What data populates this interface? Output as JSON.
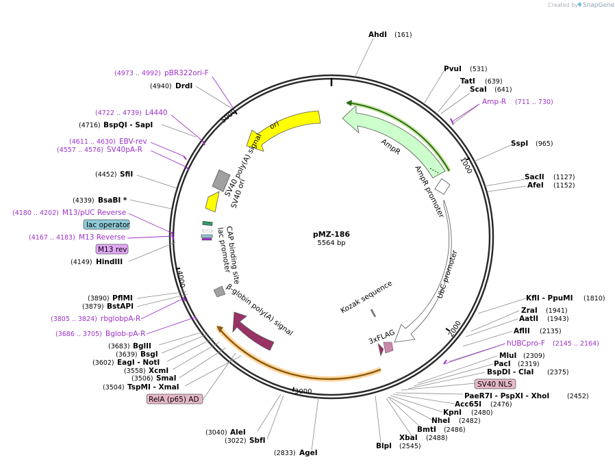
{
  "plasmid": {
    "name": "pMZ-186",
    "length_label": "5564 bp"
  },
  "credit": {
    "prefix": "Created by",
    "brand": "SnapGene"
  },
  "ticks": [
    "1000",
    "2000",
    "3000",
    "4000",
    "5000"
  ],
  "sites": [
    {
      "name": "AhdI",
      "pos": "(161)"
    },
    {
      "name": "PvuI",
      "pos": "(531)"
    },
    {
      "name": "TatI",
      "pos": "(639)"
    },
    {
      "name": "ScaI",
      "pos": "(641)"
    },
    {
      "name": "SspI",
      "pos": "(965)"
    },
    {
      "name": "SacII",
      "pos": "(1127)"
    },
    {
      "name": "AfeI",
      "pos": "(1152)"
    },
    {
      "name": "KflI - PpuMI",
      "pos": "(1810)"
    },
    {
      "name": "ZraI",
      "pos": "(1941)"
    },
    {
      "name": "AatII",
      "pos": "(1943)"
    },
    {
      "name": "AflII",
      "pos": "(2135)"
    },
    {
      "name": "MluI",
      "pos": "(2309)"
    },
    {
      "name": "PacI",
      "pos": "(2319)"
    },
    {
      "name": "BspDI - ClaI",
      "pos": "(2375)"
    },
    {
      "name": "PaeR7I - PspXI - XhoI",
      "pos": "(2452)"
    },
    {
      "name": "Acc65I",
      "pos": "(2476)"
    },
    {
      "name": "KpnI",
      "pos": "(2480)"
    },
    {
      "name": "NheI",
      "pos": "(2482)"
    },
    {
      "name": "BmtI",
      "pos": "(2486)"
    },
    {
      "name": "XbaI",
      "pos": "(2488)"
    },
    {
      "name": "BlpI",
      "pos": "(2545)"
    },
    {
      "name": "AgeI",
      "pos": "(2833)"
    },
    {
      "name": "SbfI",
      "pos": "(3022)"
    },
    {
      "name": "AleI",
      "pos": "(3040)"
    },
    {
      "name": "TspMI - XmaI",
      "pos": "(3504)"
    },
    {
      "name": "SmaI",
      "pos": "(3506)"
    },
    {
      "name": "XcmI",
      "pos": "(3558)"
    },
    {
      "name": "EagI - NotI",
      "pos": "(3602)"
    },
    {
      "name": "BsgI",
      "pos": "(3639)"
    },
    {
      "name": "BglII",
      "pos": "(3683)"
    },
    {
      "name": "BstAPI",
      "pos": "(3879)"
    },
    {
      "name": "PflMI",
      "pos": "(3890)"
    },
    {
      "name": "HindIII",
      "pos": "(4149)"
    },
    {
      "name": "BsaBI *",
      "pos": "(4339)"
    },
    {
      "name": "SfiI",
      "pos": "(4452)"
    },
    {
      "name": "BspQI - SapI",
      "pos": "(4716)"
    },
    {
      "name": "DrdI",
      "pos": "(4940)"
    }
  ],
  "primers": [
    {
      "name": "pBR322ori-F",
      "pos": "(4973 .. 4992)"
    },
    {
      "name": "L4440",
      "pos": "(4722 .. 4739)"
    },
    {
      "name": "EBV-rev",
      "pos": "(4611 .. 4630)"
    },
    {
      "name": "SV40pA-R",
      "pos": "(4557 .. 4576)"
    },
    {
      "name": "M13/pUC Reverse",
      "pos": "(4180 .. 4202)"
    },
    {
      "name": "M13 Reverse",
      "pos": "(4167 .. 4183)"
    },
    {
      "name": "rbglobpA-R",
      "pos": "(3805 .. 3824)"
    },
    {
      "name": "Bglob-pA-R",
      "pos": "(3686 .. 3705)"
    },
    {
      "name": "Amp-R",
      "pos": "(711 .. 730)"
    },
    {
      "name": "hUBCpro-F",
      "pos": "(2145 .. 2164)"
    }
  ],
  "boxed_features": [
    {
      "name": "lac operator",
      "color": "#8ecad8"
    },
    {
      "name": "M13 rev",
      "color": "#e3a8f5"
    },
    {
      "name": "SV40 NLS",
      "color": "#e6b8c8"
    },
    {
      "name": "RelA (p65) AD",
      "color": "#e6b8c8"
    }
  ],
  "features": [
    {
      "name": "ori",
      "color": "#ffff00"
    },
    {
      "name": "AmpR",
      "color": "#ccffcc"
    },
    {
      "name": "AmpR promoter",
      "color": "#ffffff"
    },
    {
      "name": "UbC promoter",
      "color": "#ffffff"
    },
    {
      "name": "Kozak sequence",
      "color": "#808080"
    },
    {
      "name": "3xFLAG",
      "color": "#993366"
    },
    {
      "name": "β-globin poly(A) signal",
      "color": "#993366"
    },
    {
      "name": "CAP binding site",
      "color": "#339966"
    },
    {
      "name": "lac promoter",
      "color": "#ffffff"
    },
    {
      "name": "SV40 ori",
      "color": "#ffff00"
    },
    {
      "name": "SV40 poly(A) signal",
      "color": "#a0a0a0"
    }
  ],
  "colors": {
    "primer": "#9b30c8",
    "backbone": "#2a2a2a"
  }
}
